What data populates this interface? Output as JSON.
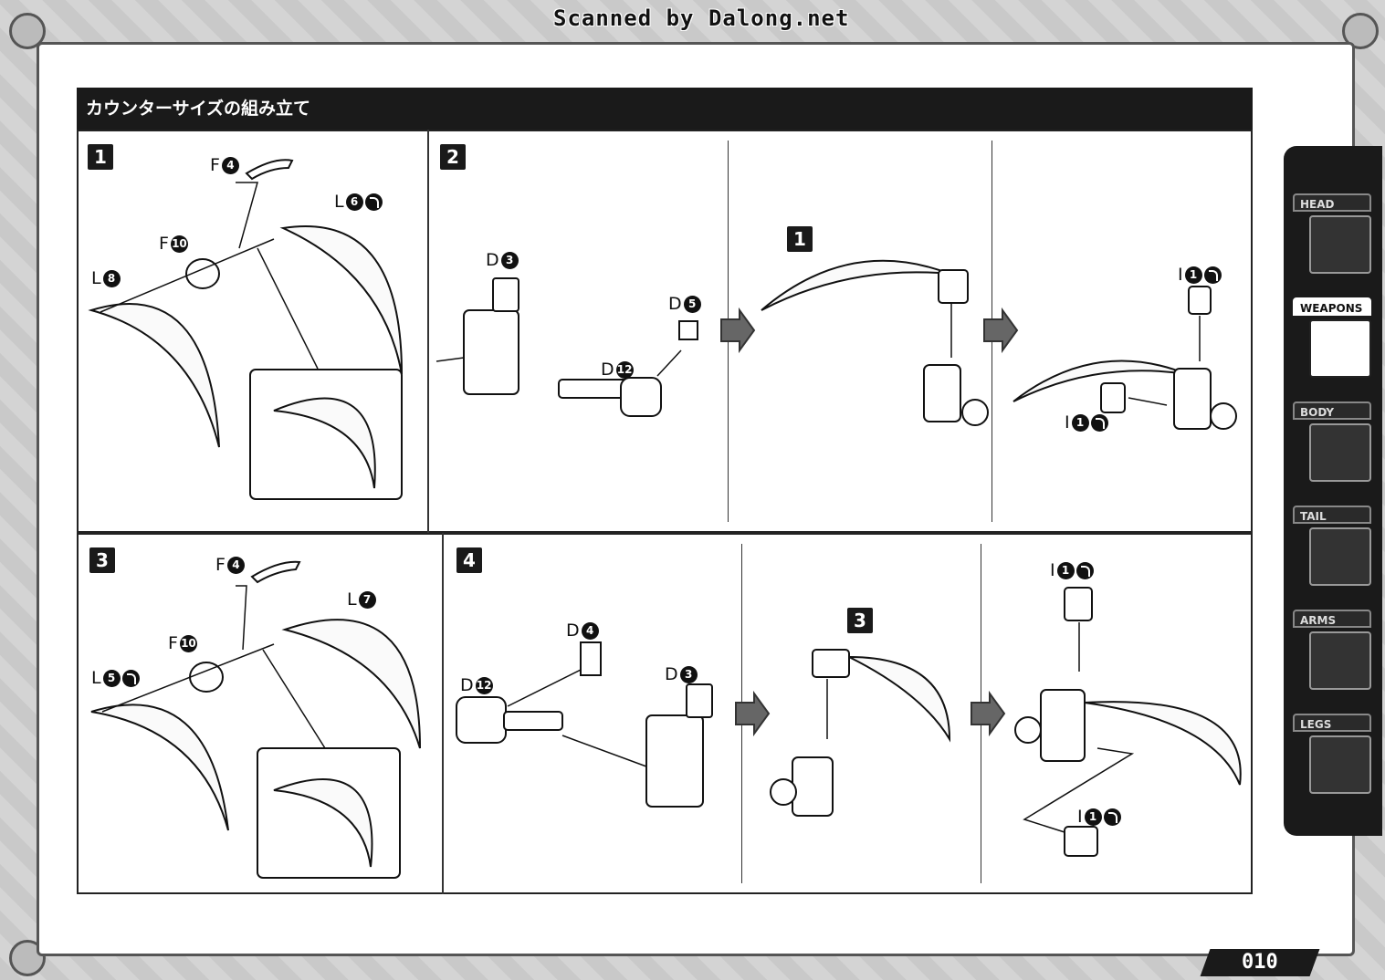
{
  "header": {
    "scan_credit": "Scanned by Dalong.net"
  },
  "section_title": "カウンターサイズの組み立て",
  "steps": {
    "s1": {
      "number": "1",
      "labels": {
        "f4": "F",
        "f4n": "4",
        "l6": "L",
        "l6n": "6",
        "f10": "F",
        "f10n": "10",
        "l8": "L",
        "l8n": "8"
      }
    },
    "s2": {
      "number": "2",
      "labels": {
        "d3": "D",
        "d3n": "3",
        "d5": "D",
        "d5n": "5",
        "d12": "D",
        "d12n": "12"
      }
    },
    "s2b": {
      "sub": "1",
      "i1a": "I",
      "i1an": "1",
      "i1b": "I",
      "i1bn": "1"
    },
    "s3": {
      "number": "3",
      "labels": {
        "f4": "F",
        "f4n": "4",
        "l7": "L",
        "l7n": "7",
        "f10": "F",
        "f10n": "10",
        "l5": "L",
        "l5n": "5"
      }
    },
    "s4": {
      "number": "4",
      "labels": {
        "d4": "D",
        "d4n": "4",
        "d12": "D",
        "d12n": "12",
        "d3": "D",
        "d3n": "3"
      }
    },
    "s4b": {
      "sub": "3",
      "i1a": "I",
      "i1an": "1",
      "i1b": "I",
      "i1bn": "1"
    }
  },
  "sidebar": {
    "tabs": [
      {
        "label": "HEAD",
        "icon": "head-icon"
      },
      {
        "label": "WEAPONS",
        "icon": "weapons-icon",
        "active": true
      },
      {
        "label": "BODY",
        "icon": "body-icon"
      },
      {
        "label": "TAIL",
        "icon": "tail-icon"
      },
      {
        "label": "ARMS",
        "icon": "arms-icon"
      },
      {
        "label": "LEGS",
        "icon": "legs-icon"
      }
    ]
  },
  "page_number": "010"
}
